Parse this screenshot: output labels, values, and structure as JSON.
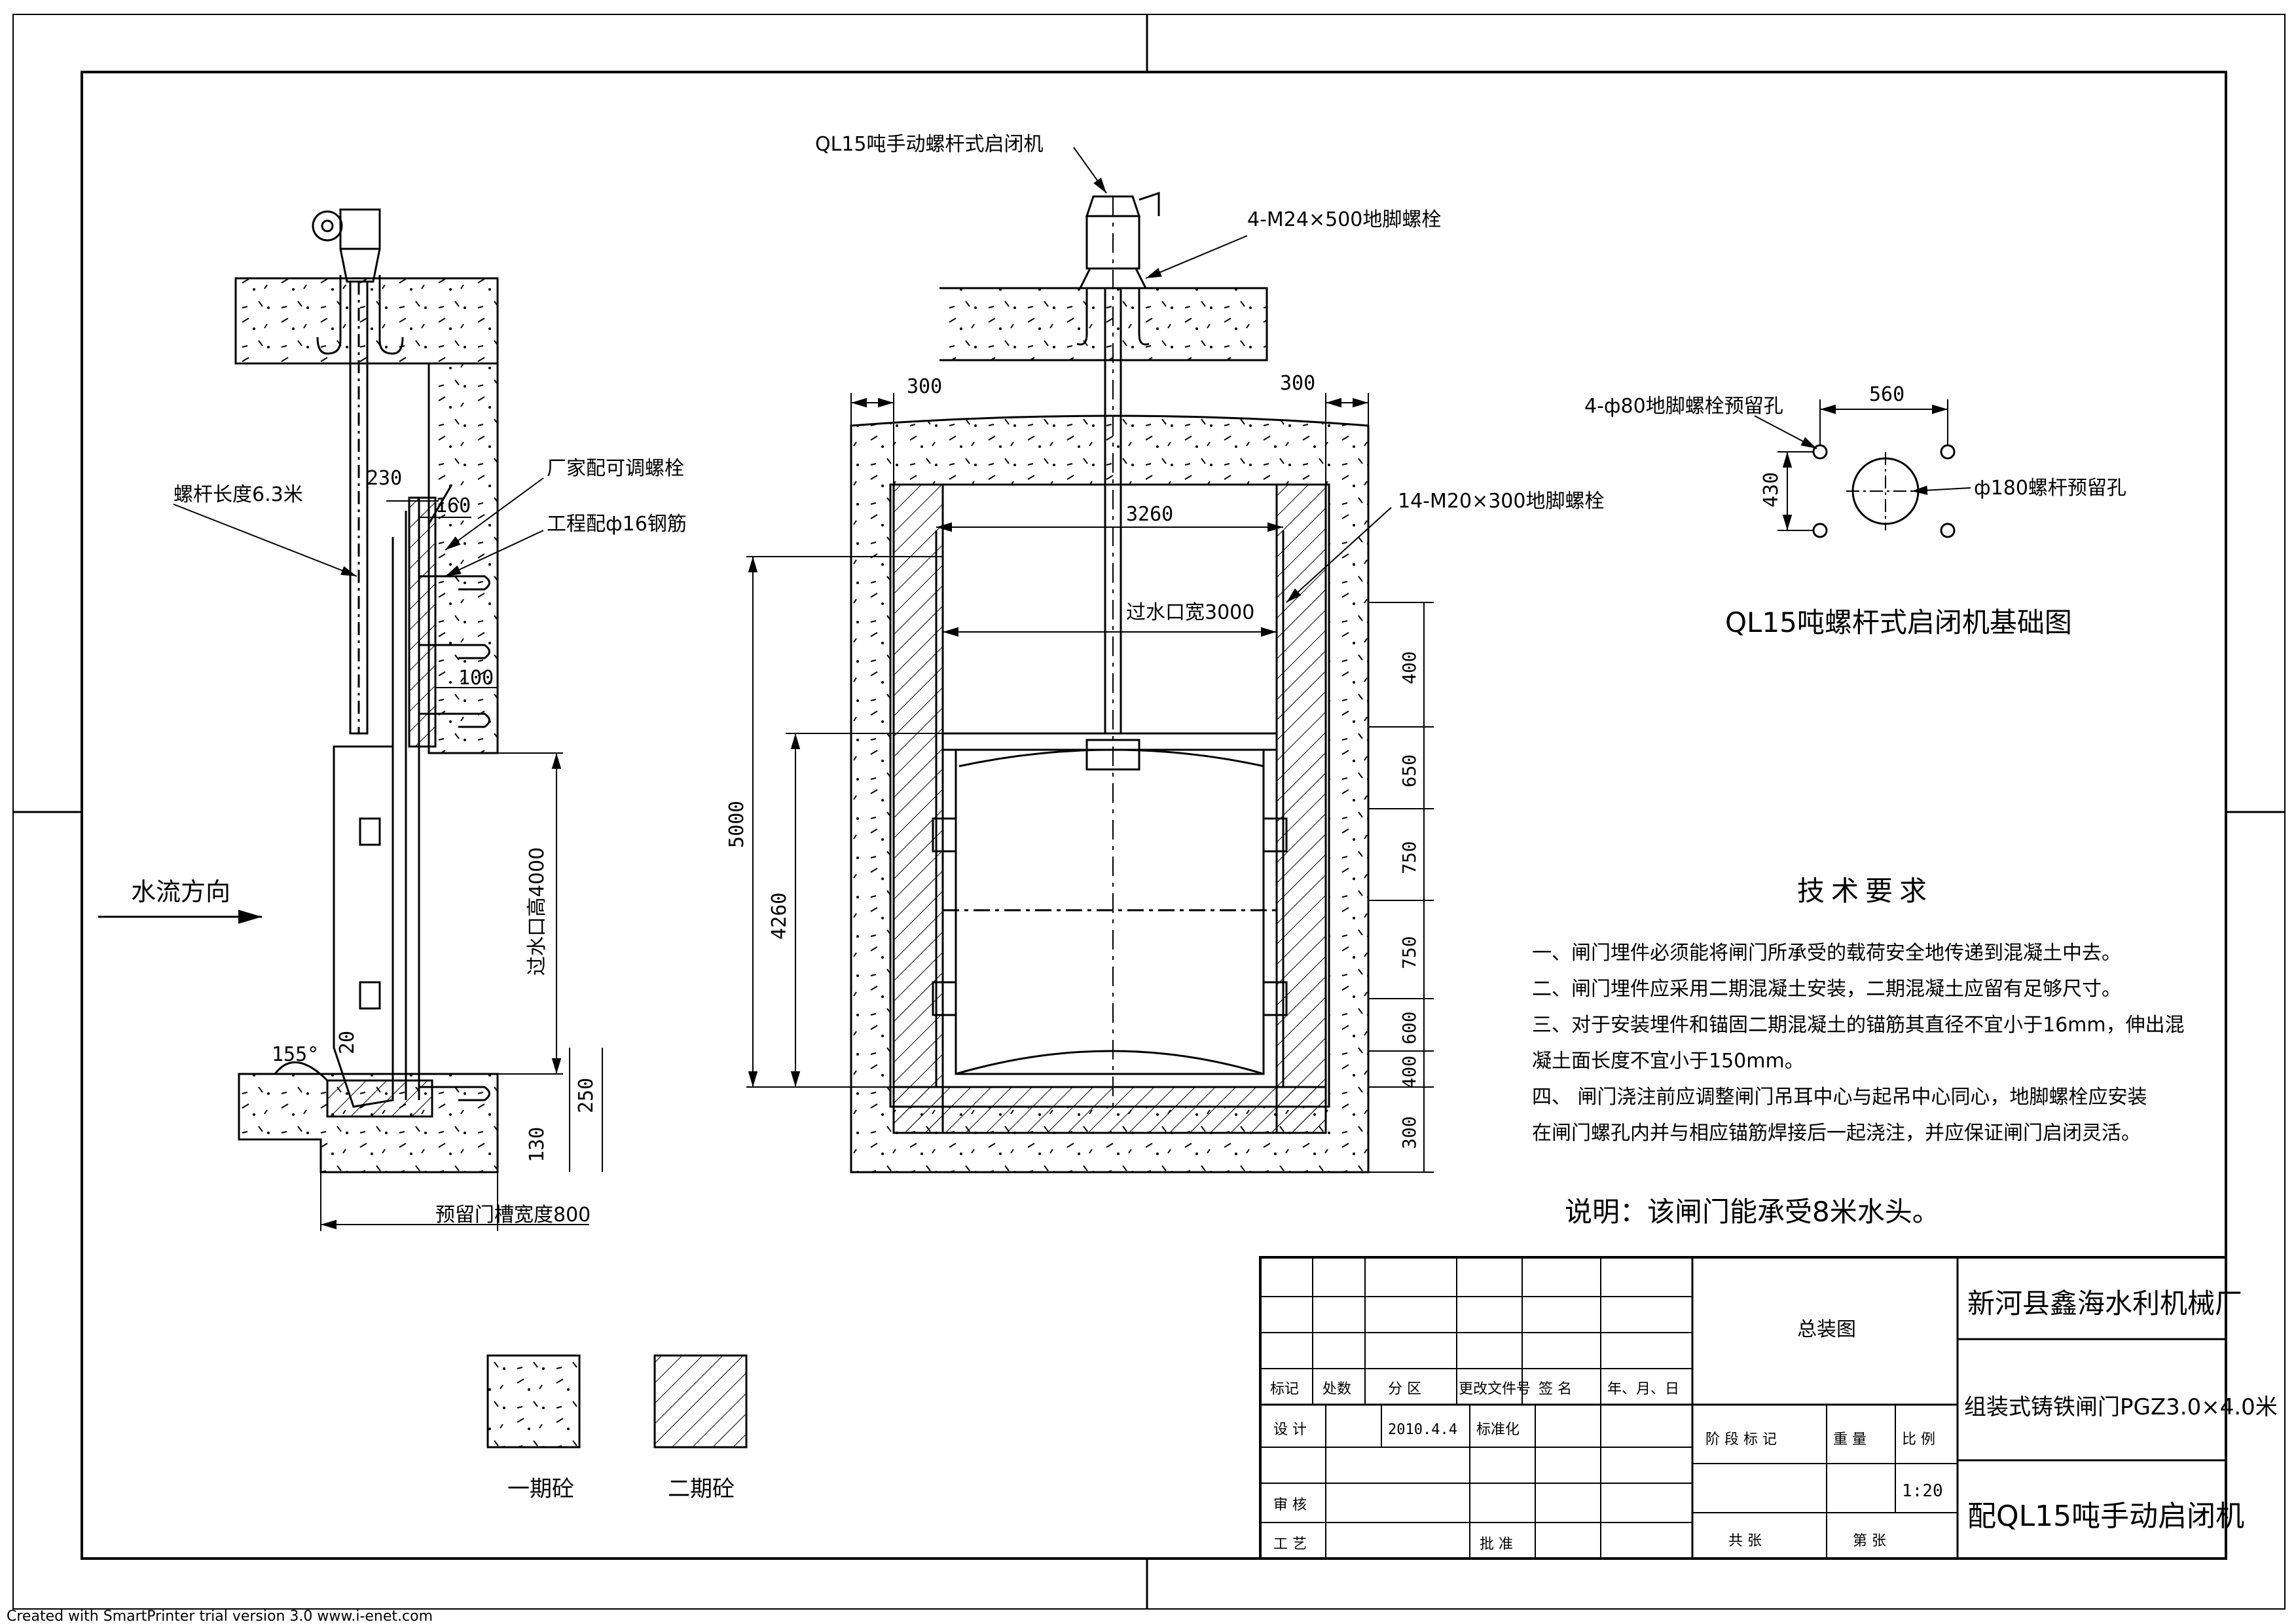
{
  "left_view": {
    "screw_length": "螺杆长度6.3米",
    "dim_230": "230",
    "dim_160": "160",
    "maker_bolt": "厂家配可调螺栓",
    "rebar": "工程配ф16钢筋",
    "dim_100": "100",
    "flow_direction": "水流方向",
    "opening_height": "过水口高4000",
    "angle": "155°",
    "dim_20": "20",
    "dim_250": "250",
    "dim_130": "130",
    "groove_width": "预留门槽宽度800"
  },
  "front_view": {
    "hoist_label": "QL15吨手动螺杆式启闭机",
    "anchor_bolt_m24": "4-M24×500地脚螺栓",
    "dim_300_left": "300",
    "dim_300_right": "300",
    "anchor_bolt_m20": "14-M20×300地脚螺栓",
    "dim_3260": "3260",
    "opening_width": "过水口宽3000",
    "dim_5000": "5000",
    "dim_4260": "4260",
    "right_dims": [
      "400",
      "650",
      "750",
      "750",
      "600",
      "400",
      "300"
    ]
  },
  "foundation": {
    "holes_80": "4-ф80地脚螺栓预留孔",
    "dim_560": "560",
    "dim_430": "430",
    "hole_180": "ф180螺杆预留孔",
    "title": "QL15吨螺杆式启闭机基础图"
  },
  "requirements": {
    "heading": "技术要求",
    "lines": [
      "一、闸门埋件必须能将闸门所承受的载荷安全地传递到混凝土中去。",
      "二、闸门埋件应采用二期混凝土安装，二期混凝土应留有足够尺寸。",
      "三、对于安装埋件和锚固二期混凝土的锚筋其直径不宜小于16mm，伸出混",
      "凝土面长度不宜小于150mm。",
      "四、 闸门浇注前应调整闸门吊耳中心与起吊中心同心，地脚螺栓应安装",
      "在闸门螺孔内并与相应锚筋焊接后一起浇注，并应保证闸门启闭灵活。"
    ],
    "note": "说明：该闸门能承受8米水头。"
  },
  "legend": {
    "stage1": "一期砼",
    "stage2": "二期砼"
  },
  "title_block": {
    "drawing_name": "总装图",
    "company": "新河县鑫海水利机械厂",
    "product_line1": "组装式铸铁闸门PGZ3.0×4.0米",
    "product_line2": "配QL15吨手动启闭机",
    "rev_headers": [
      "标记",
      "处数",
      "分 区",
      "更改文件号",
      "签 名",
      "年、月、日"
    ],
    "design": "设 计",
    "date": "2010.4.4",
    "standardize": "标准化",
    "review": "审 核",
    "process": "工 艺",
    "approve": "批 准",
    "stage_mark": "阶 段 标 记",
    "weight": "重 量",
    "scale_label": "比 例",
    "scale": "1:20",
    "total_sheets": "共    张",
    "sheet_no": "第    张"
  },
  "footer": "Created with SmartPrinter trial version 3.0  www.i-enet.com"
}
